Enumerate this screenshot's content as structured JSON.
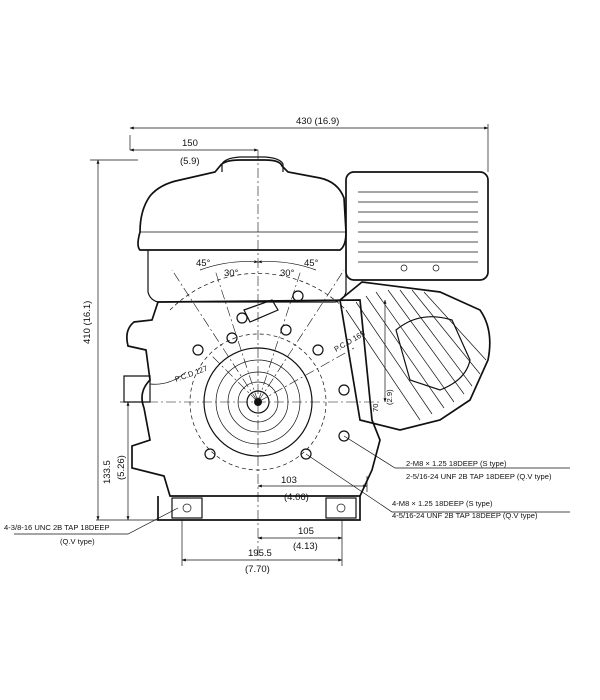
{
  "colors": {
    "ink": "#111111",
    "background": "#ffffff"
  },
  "dimensions": {
    "overall_width": "430 (16.9)",
    "center_offset_mm": "150",
    "center_offset_in": "(5.9)",
    "overall_height": "410 (16.1)",
    "base_height_mm": "133.5",
    "base_height_in": "(5.26)",
    "right_offset_mm": "103",
    "right_offset_in": "(4.06)",
    "base_half_mm": "105",
    "base_half_in": "(4.13)",
    "base_width_mm": "195.5",
    "base_width_in": "(7.70)",
    "vertical_70": "70",
    "vertical_2_9": "(2.9)"
  },
  "angles": {
    "left_outer": "45°",
    "left_inner": "30°",
    "right_inner": "30°",
    "right_outer": "45°"
  },
  "pcd": {
    "left": "P.C.D 127",
    "right": "P.C.D 165"
  },
  "notes": {
    "flange_a_s": "2-M8 × 1.25 18DEEP (S type)",
    "flange_a_q": "2-5/16-24 UNF 2B TAP 18DEEP (Q.V type)",
    "flange_b_s": "4-M8 × 1.25 18DEEP (S type)",
    "flange_b_q": "4-5/16-24 UNF 2B TAP 18DEEP (Q.V type)",
    "base_tap": "4-3/8-16 UNC 2B TAP 18DEEP",
    "base_tap_type": "(Q.V type)"
  }
}
